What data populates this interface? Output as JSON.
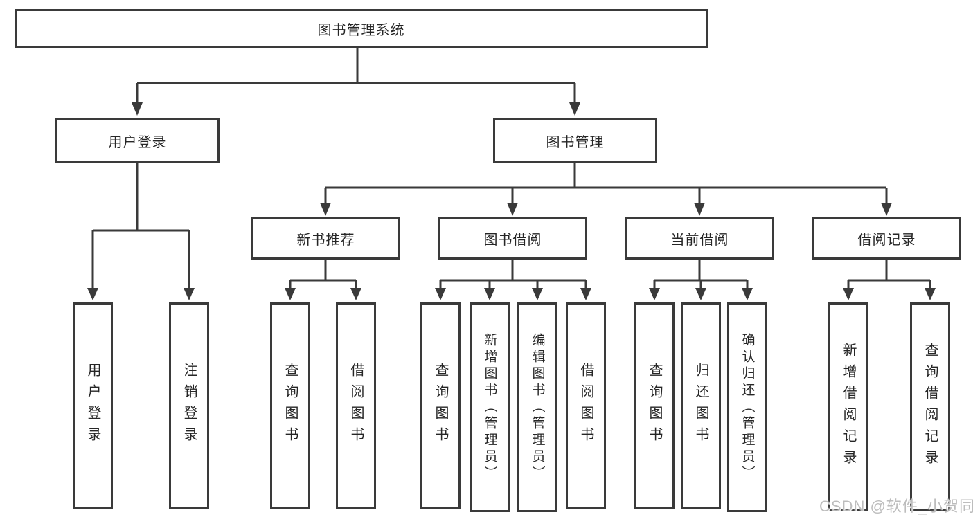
{
  "colors": {
    "line": "#3a3a3a",
    "text": "#262626",
    "boxbg": "#ffffff",
    "pagebg": "#ffffff",
    "watermark": "#bdbdbd"
  },
  "tree": {
    "root": {
      "label": "图书管理系统",
      "children": [
        {
          "label": "用户登录",
          "children": [
            {
              "label": "用户登录"
            },
            {
              "label": "注销登录"
            }
          ]
        },
        {
          "label": "图书管理",
          "children": [
            {
              "label": "新书推荐",
              "children": [
                {
                  "label": "查询图书"
                },
                {
                  "label": "借阅图书"
                }
              ]
            },
            {
              "label": "图书借阅",
              "children": [
                {
                  "label": "查询图书"
                },
                {
                  "label": "新增图书（管理员）"
                },
                {
                  "label": "编辑图书（管理员）"
                },
                {
                  "label": "借阅图书"
                }
              ]
            },
            {
              "label": "当前借阅",
              "children": [
                {
                  "label": "查询图书"
                },
                {
                  "label": "归还图书"
                },
                {
                  "label": "确认归还（管理员）"
                }
              ]
            },
            {
              "label": "借阅记录",
              "children": [
                {
                  "label": "新增借阅记录"
                },
                {
                  "label": "查询借阅记录"
                }
              ]
            }
          ]
        }
      ]
    }
  },
  "watermark": {
    "text": "CSDN @软件_小贺同学"
  }
}
